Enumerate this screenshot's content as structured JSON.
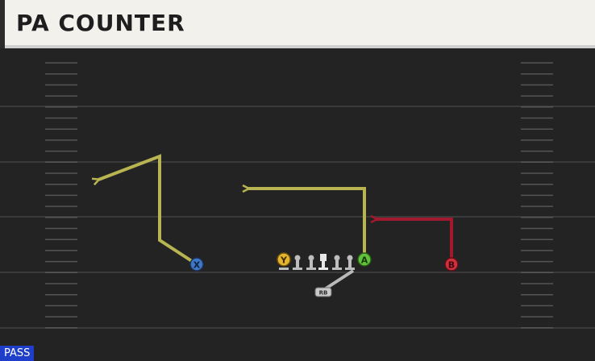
{
  "play": {
    "title": "PA COUNTER",
    "type_badge": "PASS"
  },
  "players": {
    "x": "X",
    "y": "Y",
    "a": "A",
    "b": "B",
    "rb": "RB"
  },
  "colors": {
    "field": "#232323",
    "yard_line": "#3a3a3a",
    "hash": "#555555",
    "route_primary": "#b7b451",
    "route_highlight": "#a2192f",
    "route_block": "#b9b9b9",
    "x_receiver": "#3f77c7",
    "y_receiver": "#e7b52c",
    "a_receiver": "#62c23c",
    "b_receiver": "#d0303e",
    "badge": "#1f3ec9"
  }
}
